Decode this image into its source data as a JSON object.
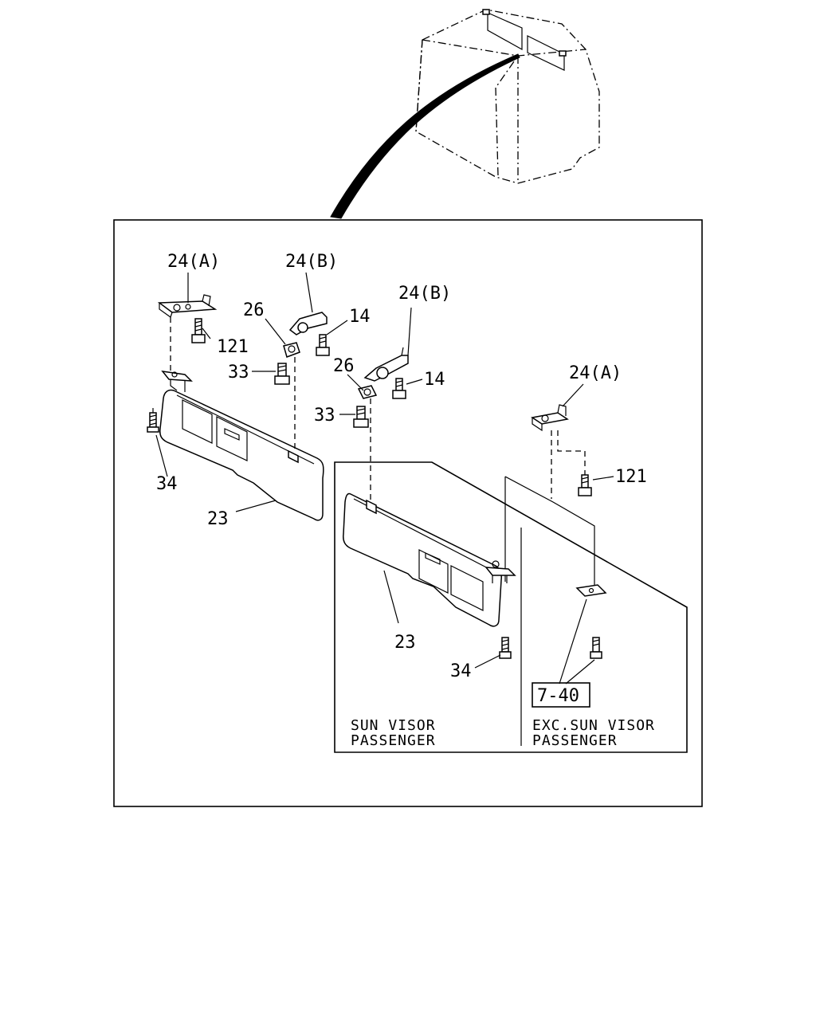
{
  "labels": {
    "p24a_left": "24(A)",
    "p24b_left": "24(B)",
    "p24b_mid": "24(B)",
    "p24a_right": "24(A)",
    "p26_left": "26",
    "p26_mid": "26",
    "p14_left": "14",
    "p14_mid": "14",
    "p121_left": "121",
    "p121_right": "121",
    "p33_left": "33",
    "p33_mid": "33",
    "p34_left": "34",
    "p34_right": "34",
    "p23_left": "23",
    "p23_right": "23",
    "ref_box": "7-40"
  },
  "captions": {
    "inset_left_line1": "SUN VISOR",
    "inset_left_line2": "PASSENGER",
    "inset_right_line1": "EXC.SUN VISOR",
    "inset_right_line2": "PASSENGER"
  }
}
